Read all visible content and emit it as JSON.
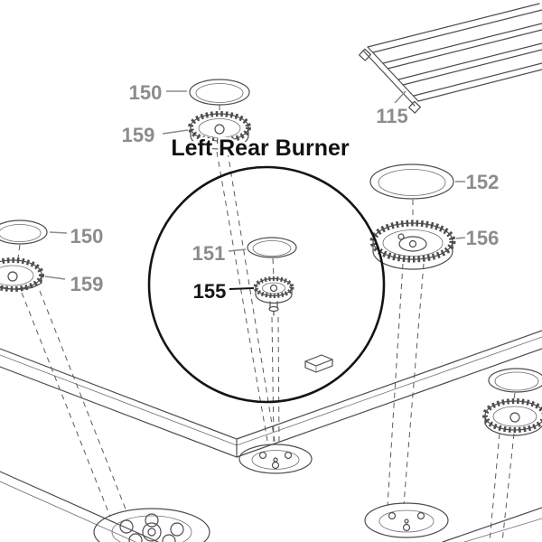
{
  "diagram": {
    "title": "Left Rear Burner",
    "labels": {
      "p150_top": "150",
      "p159_top": "159",
      "p115": "115",
      "p150_left": "150",
      "p159_left": "159",
      "p151": "151",
      "p155": "155",
      "p152": "152",
      "p156": "156"
    },
    "colors": {
      "label_gray": "#8c8c8c",
      "emphasis_black": "#141414",
      "line": "#4d4d4d",
      "background": "#ffffff"
    },
    "highlight": {
      "shape": "circle",
      "meaning": "left-rear-burner-parts-callout"
    }
  }
}
